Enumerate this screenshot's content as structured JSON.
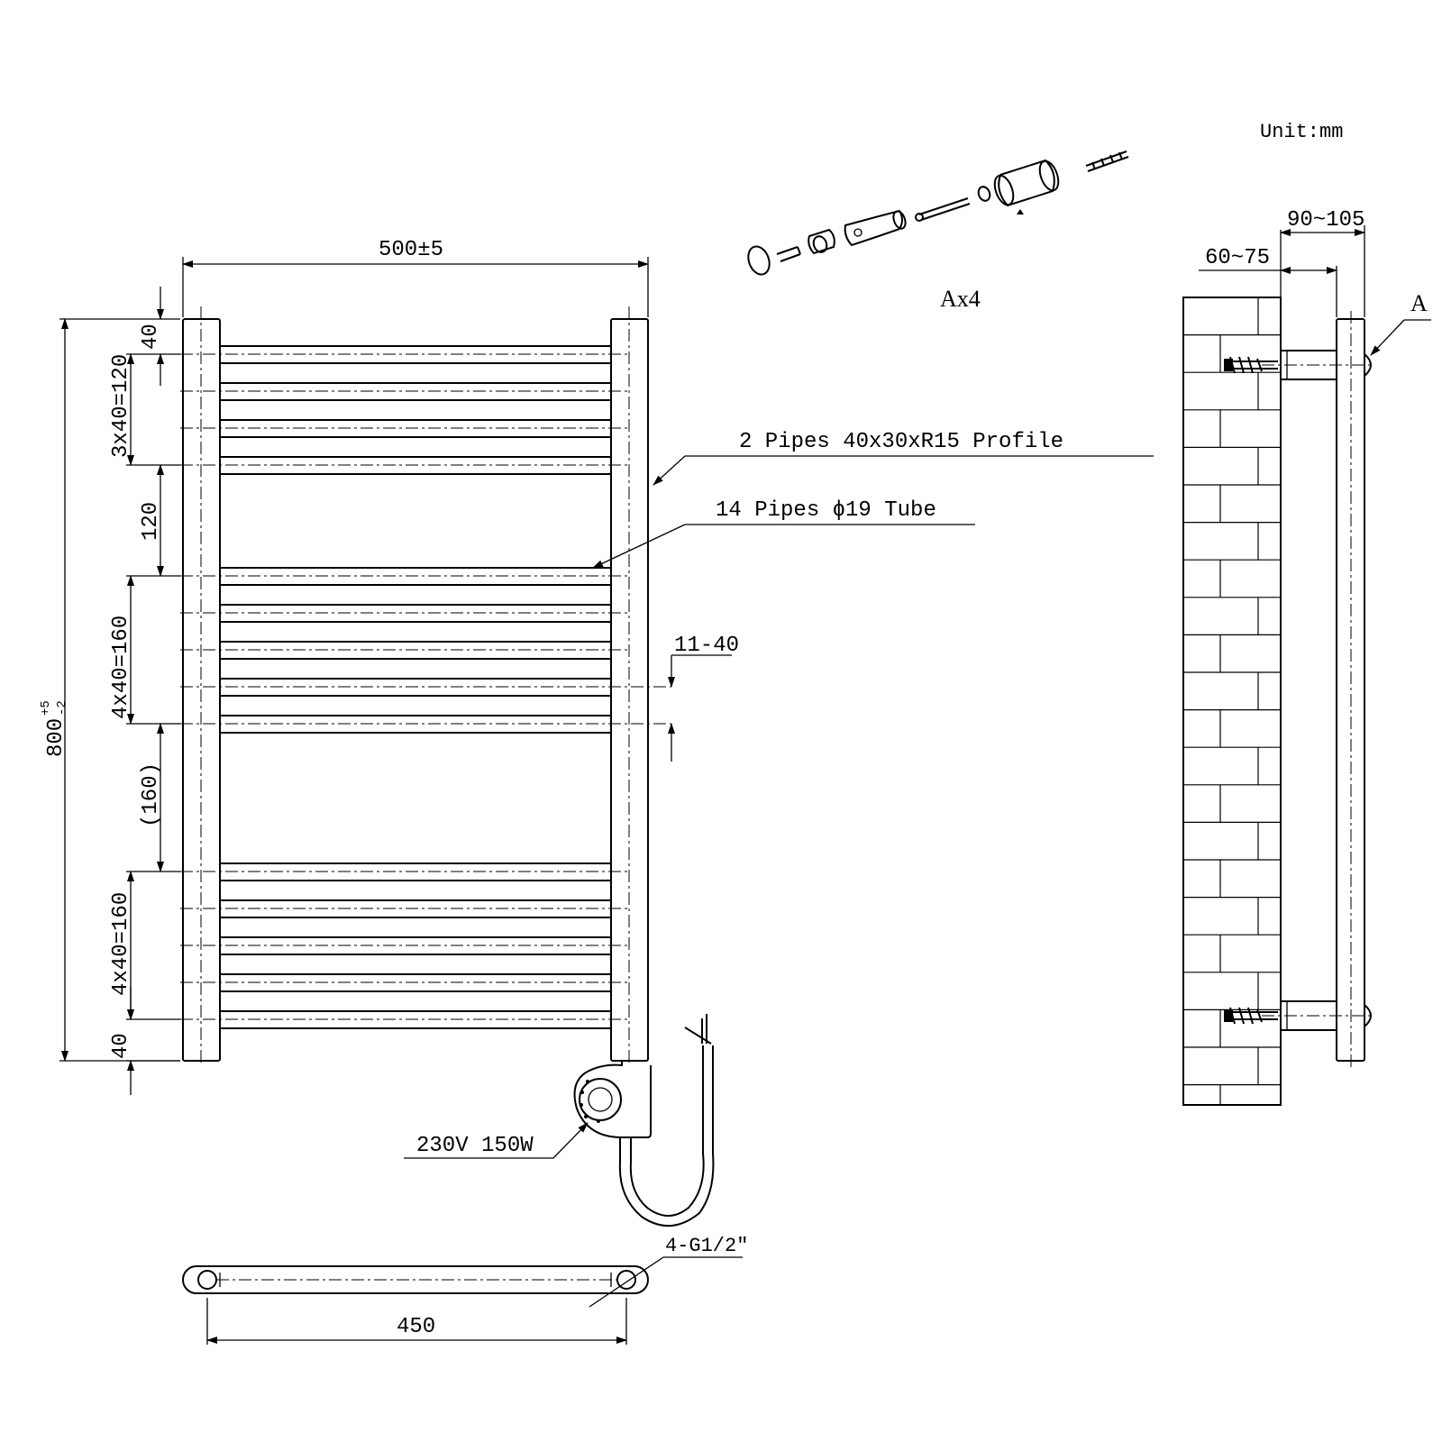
{
  "unit_label": "Unit:mm",
  "assembly_label": "Ax4",
  "ref_mark": "A",
  "front_view": {
    "width_dim": "500±5",
    "height_dim_base": "800",
    "height_tol_upper": "+5",
    "height_tol_lower": "-2",
    "vertical_dims": [
      "40",
      "3x40=120",
      "120",
      "4x40=160",
      "(160)",
      "4x40=160",
      "40"
    ],
    "valve_offset_dim": "11-40",
    "callout_profile": "2 Pipes 40x30xR15 Profile",
    "callout_tube": "14 Pipes ϕ19 Tube",
    "heater_label": "230V 150W"
  },
  "bottom_view": {
    "centers_dim": "450",
    "thread_label": "4-G1/2″"
  },
  "side_view": {
    "depth_outer": "90~105",
    "depth_inner": "60~75"
  }
}
